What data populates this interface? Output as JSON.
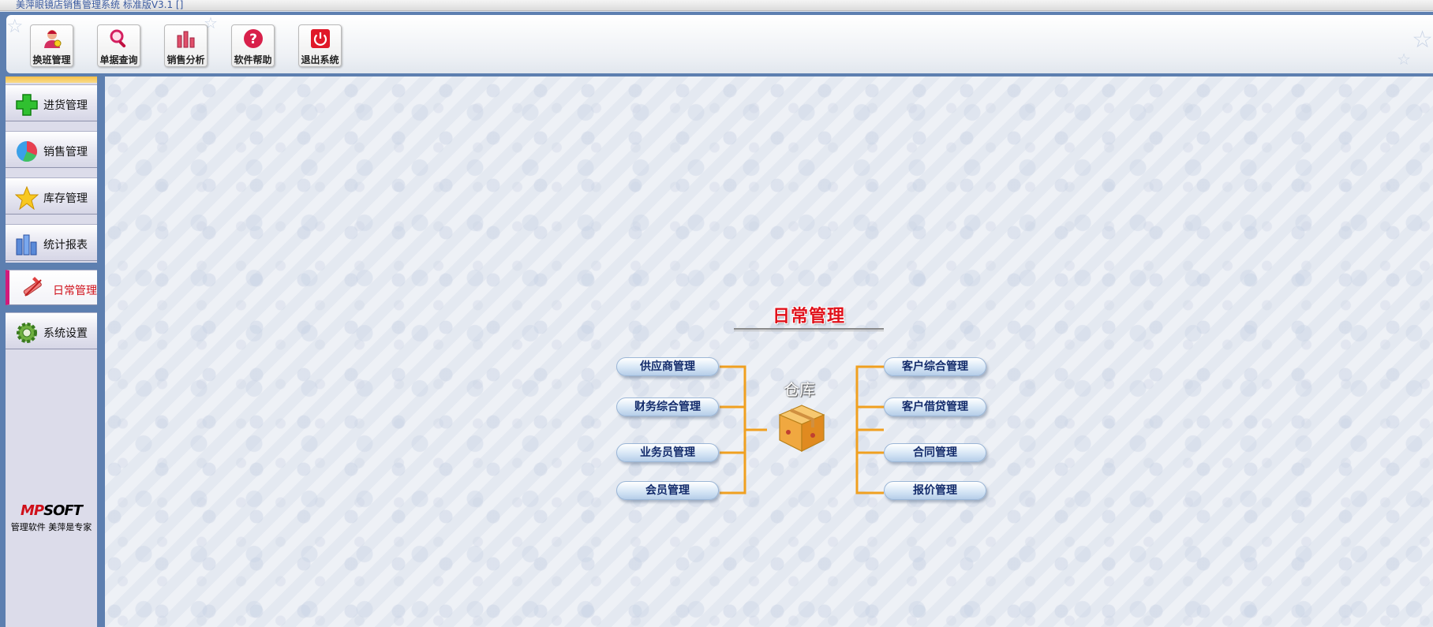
{
  "window": {
    "title": "美萍眼镜店销售管理系统 标准版V3.1 []"
  },
  "toolbar": {
    "buttons": [
      {
        "label": "换班管理",
        "icon": "shift-change-icon"
      },
      {
        "label": "单据查询",
        "icon": "magnifier-search-icon"
      },
      {
        "label": "销售分析",
        "icon": "bar-chart-icon"
      },
      {
        "label": "软件帮助",
        "icon": "help-question-icon"
      },
      {
        "label": "退出系统",
        "icon": "power-exit-icon"
      }
    ]
  },
  "sidebar": {
    "items": [
      {
        "label": "进货管理",
        "icon": "green-plus-icon"
      },
      {
        "label": "销售管理",
        "icon": "pie-chart-icon"
      },
      {
        "label": "库存管理",
        "icon": "star-icon"
      },
      {
        "label": "统计报表",
        "icon": "bar-chart-icon"
      },
      {
        "label": "日常管理",
        "icon": "tools-icon",
        "active": true
      },
      {
        "label": "系统设置",
        "icon": "gear-icon"
      }
    ],
    "logo": {
      "brand_red": "MP",
      "brand_black": "SOFT",
      "slogan": "管理软件 美萍是专家"
    }
  },
  "main": {
    "section_title": "日常管理",
    "center_label": "仓库",
    "center_icon": "warehouse-box-icon",
    "left_items": [
      "供应商管理",
      "财务综合管理",
      "业务员管理",
      "会员管理"
    ],
    "right_items": [
      "客户综合管理",
      "客户借贷管理",
      "合同管理",
      "报价管理"
    ]
  },
  "colors": {
    "frame_blue": "#5d7fb0",
    "accent_red": "#e0101a",
    "connector_orange": "#f0a020",
    "active_marker": "#d21a7a"
  }
}
